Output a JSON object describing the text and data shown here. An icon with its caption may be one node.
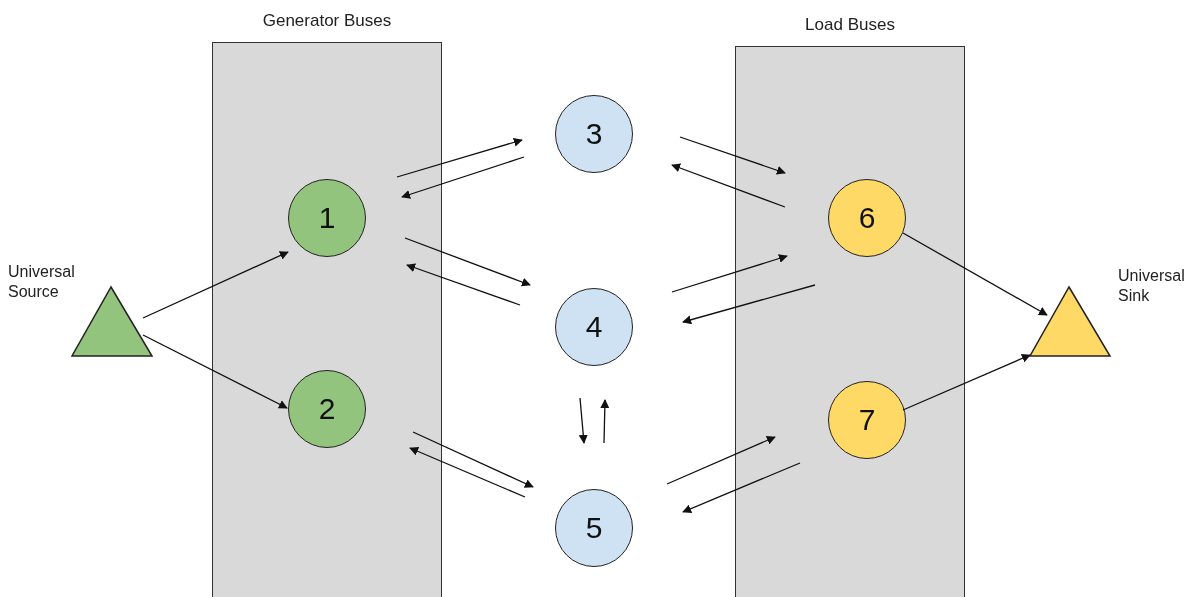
{
  "diagram": {
    "nodes": [
      {
        "text": [
          "Generator Buses"
        ]
      },
      {
        "text": [
          "Load Buses"
        ]
      },
      {
        "text": [
          "Universal Source"
        ]
      },
      {
        "text": [
          "1"
        ],
        "in": 0
      },
      {
        "text": [
          "2"
        ],
        "in": 0
      },
      {
        "text": [
          "3"
        ]
      },
      {
        "text": [
          "4"
        ]
      },
      {
        "text": [
          "5"
        ]
      },
      {
        "text": [
          "6"
        ],
        "in": 1
      },
      {
        "text": [
          "7"
        ],
        "in": 1
      },
      {
        "text": [
          "Universal Sink"
        ]
      }
    ],
    "edges": [
      {
        "from": 2,
        "to": 3,
        "arrow": "to"
      },
      {
        "from": 2,
        "to": 4,
        "arrow": "to"
      },
      {
        "from": 3,
        "to": 5,
        "arrow": "to"
      },
      {
        "from": 5,
        "to": 3,
        "arrow": "to"
      },
      {
        "from": 3,
        "to": 6,
        "arrow": "to"
      },
      {
        "from": 6,
        "to": 3,
        "arrow": "to"
      },
      {
        "from": 4,
        "to": 7,
        "arrow": "to"
      },
      {
        "from": 7,
        "to": 4,
        "arrow": "to"
      },
      {
        "from": 6,
        "to": 7,
        "arrow": "to"
      },
      {
        "from": 7,
        "to": 6,
        "arrow": "to"
      },
      {
        "from": 5,
        "to": 8,
        "arrow": "to"
      },
      {
        "from": 8,
        "to": 5,
        "arrow": "to"
      },
      {
        "from": 6,
        "to": 8,
        "arrow": "to"
      },
      {
        "from": 8,
        "to": 6,
        "arrow": "to"
      },
      {
        "from": 7,
        "to": 9,
        "arrow": "to"
      },
      {
        "from": 9,
        "to": 7,
        "arrow": "to"
      },
      {
        "from": 8,
        "to": 10,
        "arrow": "to"
      },
      {
        "from": 9,
        "to": 10,
        "arrow": "to"
      }
    ]
  }
}
